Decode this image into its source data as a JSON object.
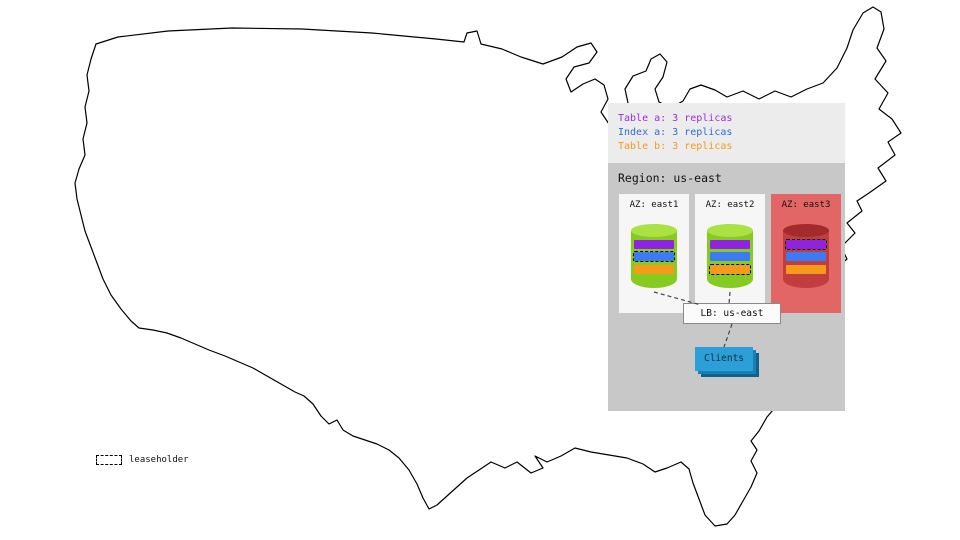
{
  "replica_legend": {
    "items": [
      {
        "label": "Table a: 3 replicas",
        "color": "#9b2fd9"
      },
      {
        "label": "Index a: 3 replicas",
        "color": "#2e6bd6"
      },
      {
        "label": "Table b: 3 replicas",
        "color": "#f59a1a"
      }
    ]
  },
  "region": {
    "title": "Region: us-east",
    "azs": [
      {
        "label": "AZ: east1",
        "status": "up",
        "replicas": [
          {
            "name": "table-a",
            "color": "#8e24e0",
            "leaseholder": false
          },
          {
            "name": "index-a",
            "color": "#3d7bf5",
            "leaseholder": true
          },
          {
            "name": "table-b",
            "color": "#f59a1a",
            "leaseholder": false
          }
        ]
      },
      {
        "label": "AZ: east2",
        "status": "up",
        "replicas": [
          {
            "name": "table-a",
            "color": "#8e24e0",
            "leaseholder": false
          },
          {
            "name": "index-a",
            "color": "#3d7bf5",
            "leaseholder": false
          },
          {
            "name": "table-b",
            "color": "#f59a1a",
            "leaseholder": true
          }
        ]
      },
      {
        "label": "AZ: east3",
        "status": "down",
        "replicas": [
          {
            "name": "table-a",
            "color": "#8e24e0",
            "leaseholder": true
          },
          {
            "name": "index-a",
            "color": "#3d7bf5",
            "leaseholder": false
          },
          {
            "name": "table-b",
            "color": "#f59a1a",
            "leaseholder": false
          }
        ]
      }
    ],
    "load_balancer": {
      "label": "LB: us-east"
    },
    "clients": {
      "label": "Clients",
      "color": "#2d9fd8"
    }
  },
  "map_legend": {
    "leaseholder_label": "leaseholder"
  }
}
